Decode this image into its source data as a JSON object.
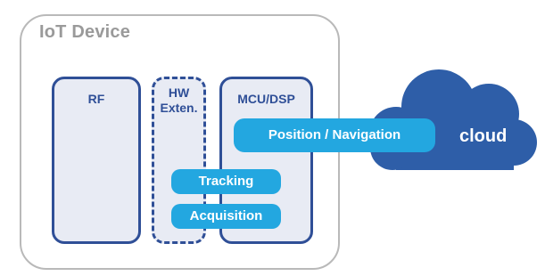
{
  "device": {
    "title": "IoT Device",
    "blocks": {
      "rf": "RF",
      "hw_line1": "HW",
      "hw_line2": "Exten.",
      "mcu": "MCU/DSP"
    }
  },
  "functions": {
    "navigation": "Position / Navigation",
    "tracking": "Tracking",
    "acquisition": "Acquisition"
  },
  "cloud": {
    "label": "cloud"
  },
  "colors": {
    "block_border": "#2f4f97",
    "block_fill": "#e8ebf4",
    "pill": "#23a7e0",
    "cloud": "#2e5ea8",
    "outer_border": "#b9b9b9",
    "title_text": "#9a9a9a"
  }
}
